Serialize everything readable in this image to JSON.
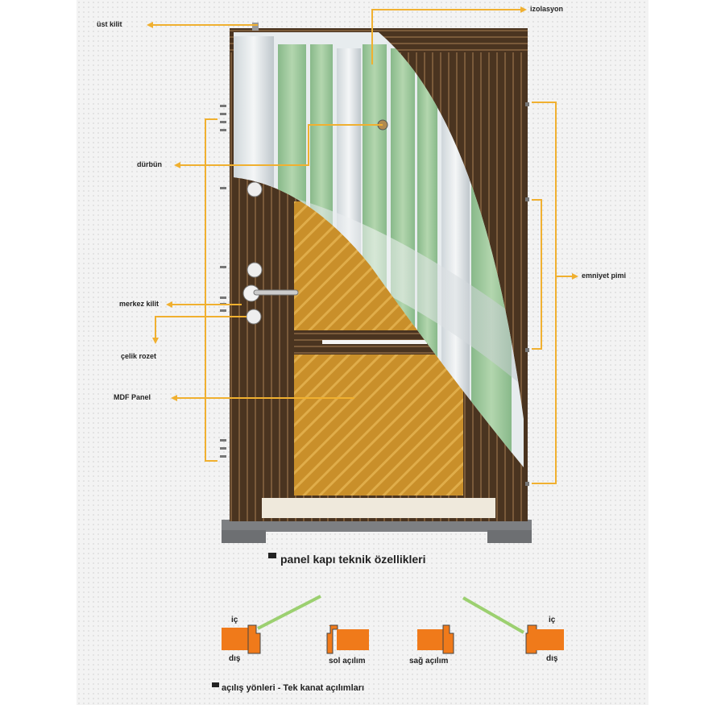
{
  "labels": {
    "ust_kilit": "üst kilit",
    "izolasyon": "izolasyon",
    "durbun": "dürbün",
    "merkez_kilit": "merkez kilit",
    "celik_rozet": "çelik rozet",
    "mdf_panel": "MDF Panel",
    "emniyet_pimi": "emniyet pimi"
  },
  "title": "panel kapı teknik özellikleri",
  "openings": {
    "ic_left": "iç",
    "dis_left": "dış",
    "sol": "sol açılım",
    "sag": "sağ açılım",
    "ic_right": "iç",
    "dis_right": "dış",
    "caption": "açılış yönleri - Tek kanat açılımları"
  },
  "colors": {
    "leader": "#f0b030",
    "wood": "#c98f2a",
    "frame": "#4a3420",
    "insulation": "#9cc89a",
    "opening": "#f07a1a"
  }
}
